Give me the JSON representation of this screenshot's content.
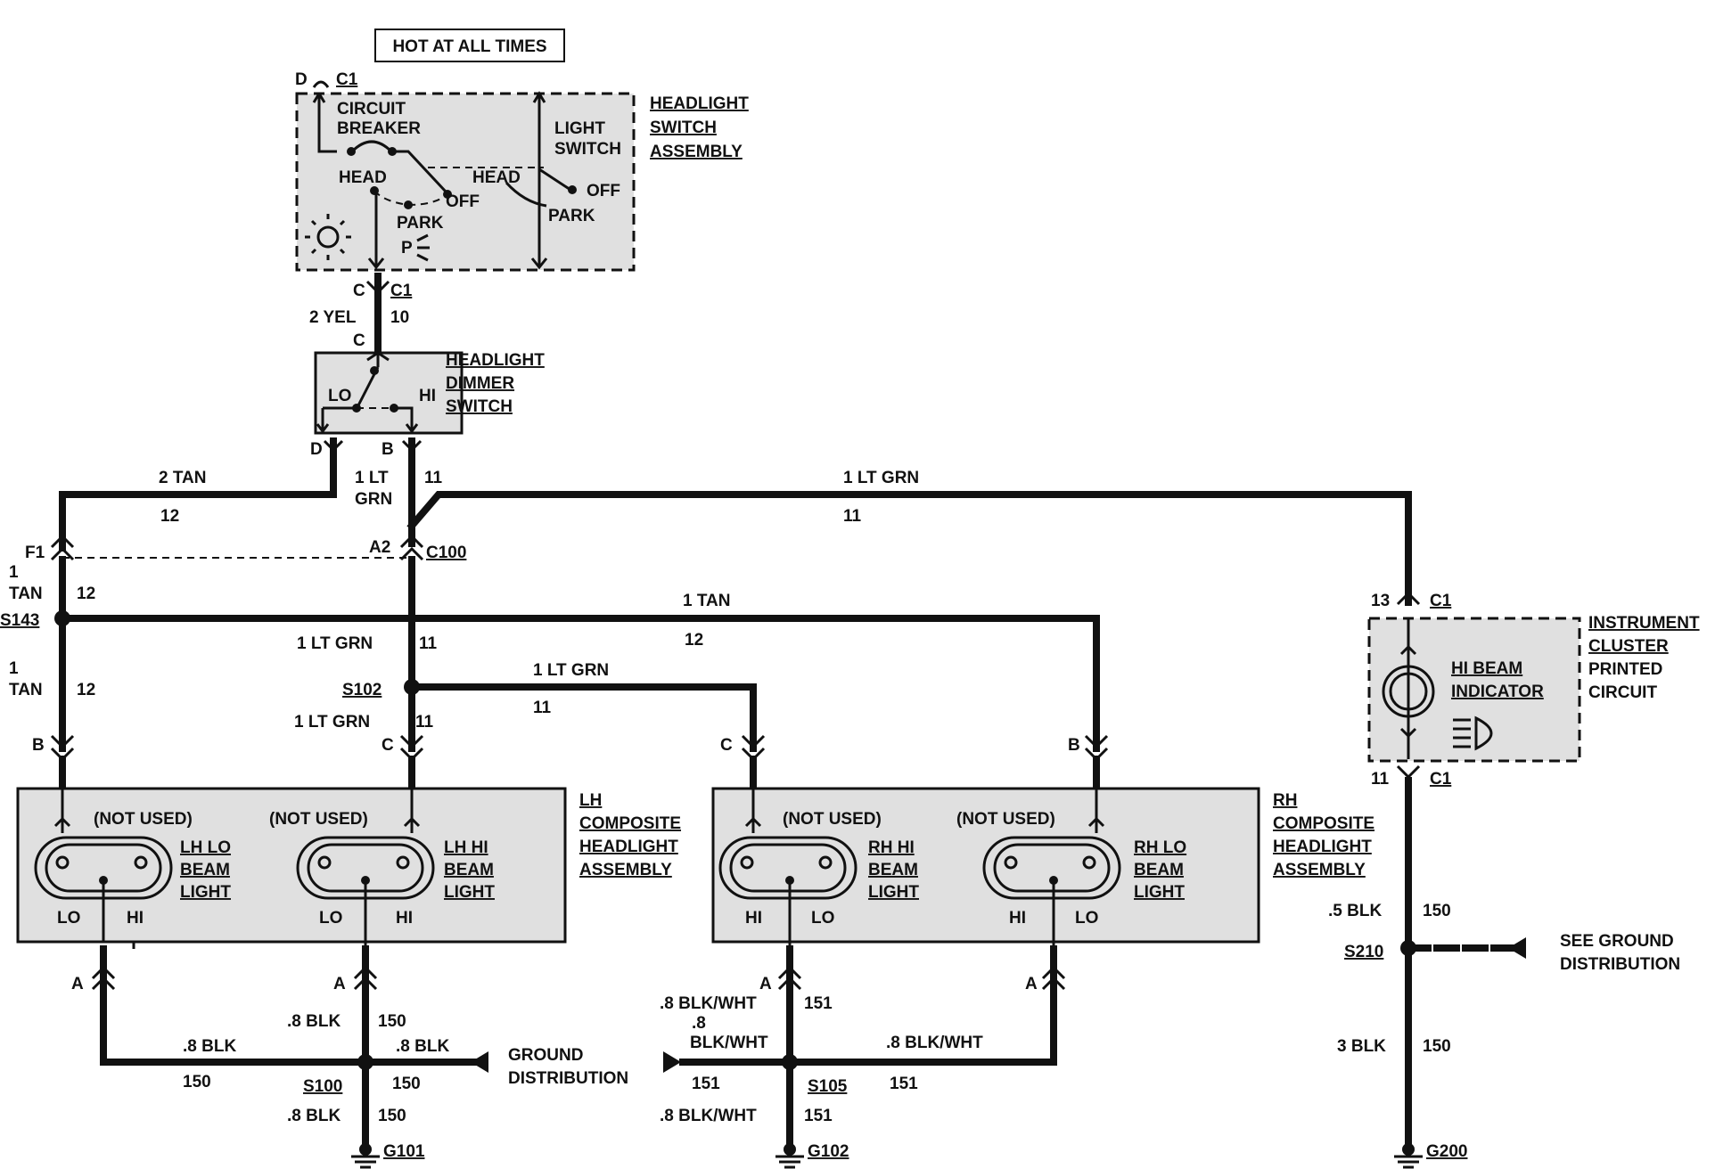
{
  "hot_box": "HOT AT ALL TIMES",
  "headlight_switch": {
    "title": [
      "HEADLIGHT",
      "SWITCH",
      "ASSEMBLY"
    ],
    "circuit_breaker": [
      "CIRCUIT",
      "BREAKER"
    ],
    "light_switch": [
      "LIGHT",
      "SWITCH"
    ],
    "head_left": "HEAD",
    "off_left": "OFF",
    "park_left": "PARK",
    "p_label": "P",
    "head_right": "HEAD",
    "off_right": "OFF",
    "park_right": "PARK",
    "top_pin": "D",
    "top_conn": "C1",
    "bottom_pin": "C",
    "bottom_conn": "C1"
  },
  "wire_yel": {
    "color": "2 YEL",
    "circuit": "10"
  },
  "dimmer": {
    "title": [
      "HEADLIGHT",
      "DIMMER",
      "SWITCH"
    ],
    "lo": "LO",
    "hi": "HI",
    "top_pin": "C",
    "pin_lo": "D",
    "pin_hi": "B"
  },
  "wires": {
    "tan_top": {
      "color": "2 TAN",
      "circuit": "12"
    },
    "ltgrn_b": {
      "color1": "1 LT",
      "color2": "GRN",
      "circuit": "11"
    },
    "ltgrn_top": {
      "color": "1 LT GRN",
      "circuit": "11"
    },
    "tan_f1": {
      "pin": "F1",
      "color1": "1",
      "color2": "TAN",
      "circuit": "12"
    },
    "c100": {
      "pin": "A2",
      "conn": "C100"
    },
    "s143": "S143",
    "tan_mid": {
      "color": "1 TAN",
      "circuit": "12"
    },
    "ltgrn_mid": {
      "color": "1 LT GRN",
      "circuit": "11"
    },
    "tan_lower": {
      "color1": "1",
      "color2": "TAN",
      "circuit": "12"
    },
    "s102": "S102",
    "ltgrn_rh": {
      "color": "1 LT GRN",
      "circuit": "11"
    },
    "ltgrn_lower": {
      "color": "1 LT GRN",
      "circuit": "11"
    }
  },
  "lh_assembly": {
    "title": [
      "LH",
      "COMPOSITE",
      "HEADLIGHT",
      "ASSEMBLY"
    ],
    "pin_b": "B",
    "pin_c": "C",
    "not_used_1": "(NOT USED)",
    "not_used_2": "(NOT USED)",
    "lamp1": [
      "LH LO",
      "BEAM",
      "LIGHT"
    ],
    "lamp2": [
      "LH HI",
      "BEAM",
      "LIGHT"
    ],
    "lo1": "LO",
    "hi1": "HI",
    "lo2": "LO",
    "hi2": "HI"
  },
  "rh_assembly": {
    "title": [
      "RH",
      "COMPOSITE",
      "HEADLIGHT",
      "ASSEMBLY"
    ],
    "pin_c": "C",
    "pin_b": "B",
    "not_used_1": "(NOT USED)",
    "not_used_2": "(NOT USED)",
    "lamp1": [
      "RH HI",
      "BEAM",
      "LIGHT"
    ],
    "lamp2": [
      "RH LO",
      "BEAM",
      "LIGHT"
    ],
    "hi1": "HI",
    "lo1": "LO",
    "hi2": "HI",
    "lo2": "LO"
  },
  "cluster": {
    "title": [
      "INSTRUMENT",
      "CLUSTER",
      "PRINTED",
      "CIRCUIT"
    ],
    "indicator": [
      "HI BEAM",
      "INDICATOR"
    ],
    "top_pin": "13",
    "top_conn": "C1",
    "bottom_pin": "11",
    "bottom_conn": "C1"
  },
  "ground_lh": {
    "pin_a1": "A",
    "pin_a2": "A",
    "blk_h_color": ".8 BLK",
    "blk_h_circuit": "150",
    "blk_v_color": ".8 BLK",
    "blk_v_circuit": "150",
    "blk_right_color": ".8 BLK",
    "blk_right_circuit": "150",
    "splice": "S100",
    "blk_down_color": ".8 BLK",
    "blk_down_circuit": "150",
    "ground": "G101",
    "ground_dist": [
      "GROUND",
      "DISTRIBUTION"
    ]
  },
  "ground_rh": {
    "pin_a1": "A",
    "pin_a2": "A",
    "v_color": ".8 BLK/WHT",
    "v_circuit": "151",
    "left_color1": ".8",
    "left_color2": "BLK/WHT",
    "left_circuit": "151",
    "right_color": ".8 BLK/WHT",
    "right_circuit": "151",
    "splice": "S105",
    "down_color": ".8 BLK/WHT",
    "down_circuit": "151",
    "ground": "G102"
  },
  "ground_cluster": {
    "upper_color": ".5 BLK",
    "upper_circuit": "150",
    "splice": "S210",
    "see_ground": [
      "SEE GROUND",
      "DISTRIBUTION"
    ],
    "lower_color": "3 BLK",
    "lower_circuit": "150",
    "ground": "G200"
  }
}
